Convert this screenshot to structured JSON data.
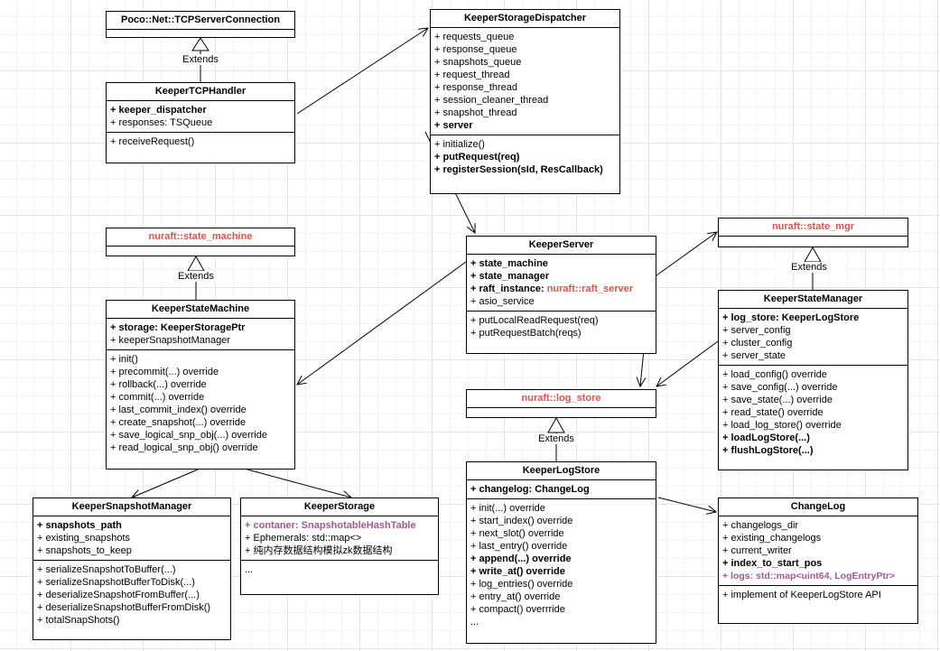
{
  "extends_label": "Extends",
  "boxes": {
    "tcp_server_connection": {
      "title": "Poco::Net::TCPServerConnection"
    },
    "tcp_handler": {
      "title": "KeeperTCPHandler",
      "attrs": [
        "+ keeper_dispatcher",
        "+ responses: TSQueue"
      ],
      "methods": [
        "+ receiveRequest()"
      ]
    },
    "storage_dispatcher": {
      "title": "KeeperStorageDispatcher",
      "attrs": [
        "+ requests_queue",
        "+ response_queue",
        "+ snapshots_queue",
        "+ request_thread",
        "+ response_thread",
        "+ session_cleaner_thread",
        "+ snapshot_thread",
        "+ server"
      ],
      "methods": [
        "+ initialize()",
        "+ putRequest(req)",
        "+ registerSession(sId, ResCallback)"
      ]
    },
    "nuraft_state_machine": {
      "title": "nuraft::state_machine"
    },
    "state_machine": {
      "title": "KeeperStateMachine",
      "attrs": [
        "+ storage: KeeperStoragePtr",
        "+ keeperSnapshotManager"
      ],
      "methods": [
        "+ init()",
        "+ precommit(...) override",
        "+ rollback(...) override",
        "+ commit(...) override",
        "+ last_commit_index() override",
        "+ create_snapshot(...) override",
        "+ save_logical_snp_obj(...) override",
        "+ read_logical_snp_obj() override"
      ]
    },
    "server": {
      "title": "KeeperServer",
      "attr_state_machine": "+ state_machine",
      "attr_state_manager": "+ state_manager",
      "attr_raft_prefix": "+ raft_instance:",
      "attr_raft_type": "nuraft::raft_server",
      "attr_asio": "+ asio_service",
      "methods": [
        "+ putLocalReadRequest(req)",
        "+ putRequestBatch(reqs)"
      ]
    },
    "nuraft_state_mgr": {
      "title": "nuraft::state_mgr"
    },
    "state_manager": {
      "title": "KeeperStateManager",
      "attrs": [
        "+ log_store: KeeperLogStore",
        "+ server_config",
        "+ cluster_config",
        "+ server_state"
      ],
      "methods": [
        "+ load_config() override",
        "+ save_config(...) override",
        "+ save_state(...) override",
        "+ read_state() override",
        "+ load_log_store() override",
        "+ loadLogStore(...)",
        "+ flushLogStore(...)"
      ]
    },
    "nuraft_log_store": {
      "title": "nuraft::log_store"
    },
    "log_store": {
      "title": "KeeperLogStore",
      "attrs": [
        "+ changelog: ChangeLog"
      ],
      "methods": [
        "+ init(...) override",
        "+ start_index() override",
        "+ next_slot() override",
        "+ last_entry() override",
        "+ append(...) override",
        "+ write_at() override",
        "+ log_entries() override",
        "+ entry_at() override",
        "+ compact() overrride",
        "..."
      ]
    },
    "snapshot_manager": {
      "title": "KeeperSnapshotManager",
      "attrs": [
        "+ snapshots_path",
        "+ existing_snapshots",
        "+ snapshots_to_keep"
      ],
      "methods": [
        "+ serializeSnapshotToBuffer(...)",
        "+ serializeSnapshotBufferToDisk(...)",
        "+ deserializeSnapshotFromBuffer(...)",
        "+ deserializeSnapshotBufferFromDisk()",
        "+ totalSnapShots()"
      ]
    },
    "storage": {
      "title": "KeeperStorage",
      "attrs": [
        "+ contaner: SnapshotableHashTable",
        "+ Ephemerals: std::map<>",
        "+ 纯内存数据结构模拟zk数据结构"
      ],
      "methods": [
        "..."
      ]
    },
    "changelog": {
      "title": "ChangeLog",
      "attrs": [
        "+ changelogs_dir",
        "+ existing_changelogs",
        "+ current_writer",
        "+ index_to_start_pos",
        "+ logs: std::map<uint64, LogEntryPtr>"
      ],
      "methods": [
        "+ implement of KeeperLogStore API"
      ]
    }
  }
}
